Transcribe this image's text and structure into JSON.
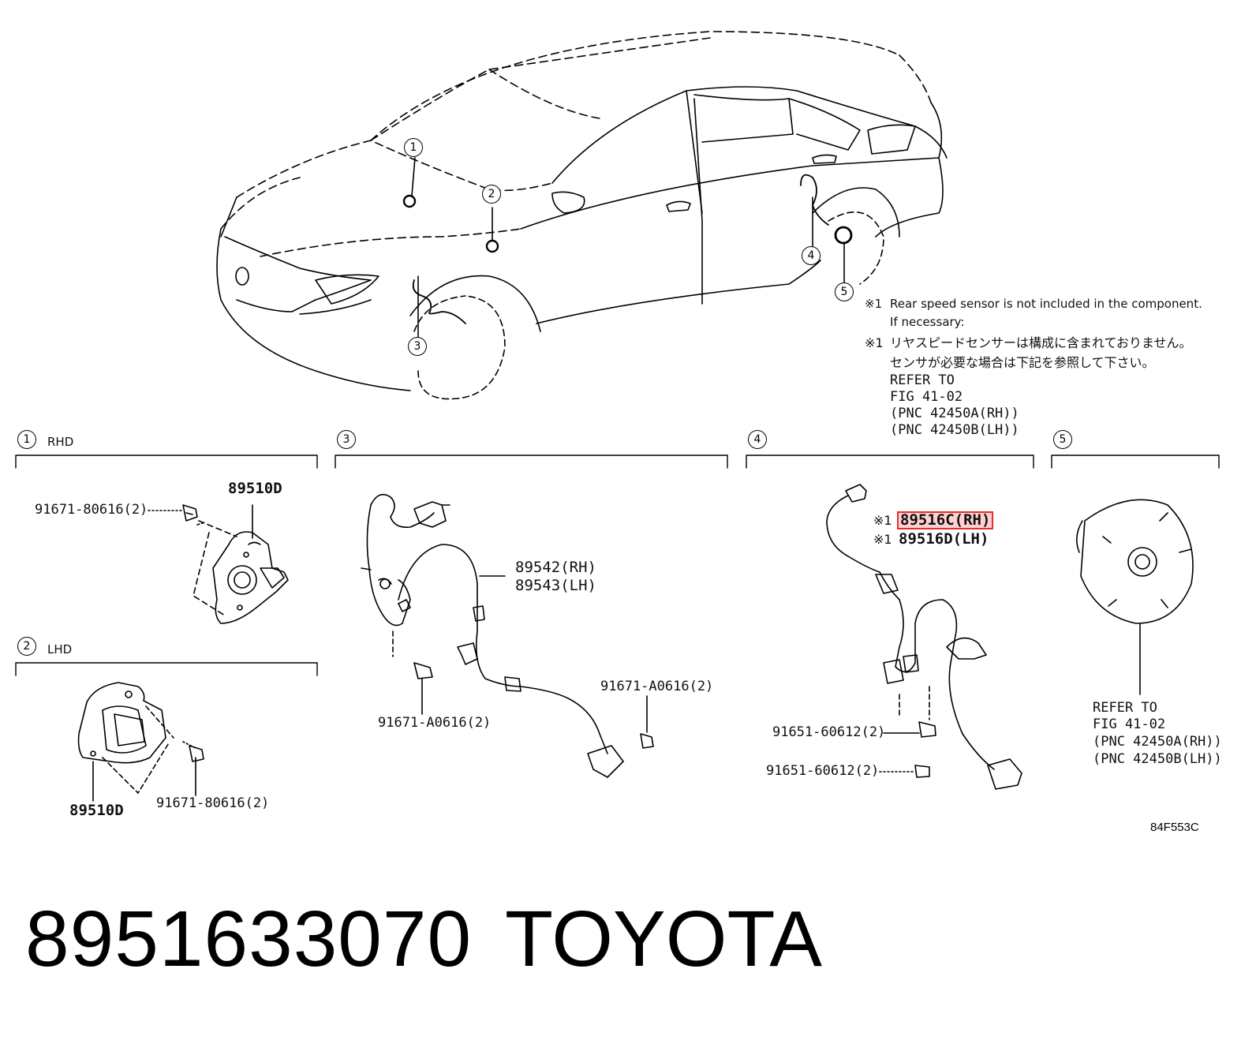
{
  "callouts": {
    "car": [
      "1",
      "2",
      "3",
      "4",
      "5"
    ],
    "sections": [
      "1",
      "3",
      "4",
      "5",
      "2"
    ]
  },
  "sections": {
    "s1_label": "RHD",
    "s2_label": "LHD"
  },
  "note": {
    "mark": "※1",
    "en_line1": "Rear speed sensor is not included in the component.",
    "en_line2": "If necessary:",
    "jp_line1": "リヤスピードセンサーは構成に含まれておりません。",
    "jp_line2": "センサが必要な場合は下記を参照して下さい。",
    "refer": [
      "REFER TO",
      "FIG 41-02",
      "(PNC 42450A(RH))",
      "(PNC 42450B(LH))"
    ]
  },
  "parts": {
    "s1_bolt": "91671-80616(2)",
    "s1_part": "89510D",
    "s2_bolt": "91671-80616(2)",
    "s2_part": "89510D",
    "s3_sensor_rh": "89542(RH)",
    "s3_sensor_lh": "89543(LH)",
    "s3_bolt_a": "91671-A0616(2)",
    "s3_bolt_b": "91671-A0616(2)",
    "s4_mark": "※1",
    "s4_sensor_rh": "89516C(RH)",
    "s4_sensor_lh": "89516D(LH)",
    "s4_bolt_a": "91651-60612(2)",
    "s4_bolt_b": "91651-60612(2)",
    "s5_refer": [
      "REFER TO",
      "FIG 41-02",
      "(PNC 42450A(RH))",
      "(PNC 42450B(LH))"
    ]
  },
  "figure_code": "84F553C",
  "footer": {
    "part_number": "8951633070",
    "brand": "TOYOTA"
  },
  "colors": {
    "highlight": "#e03030"
  }
}
